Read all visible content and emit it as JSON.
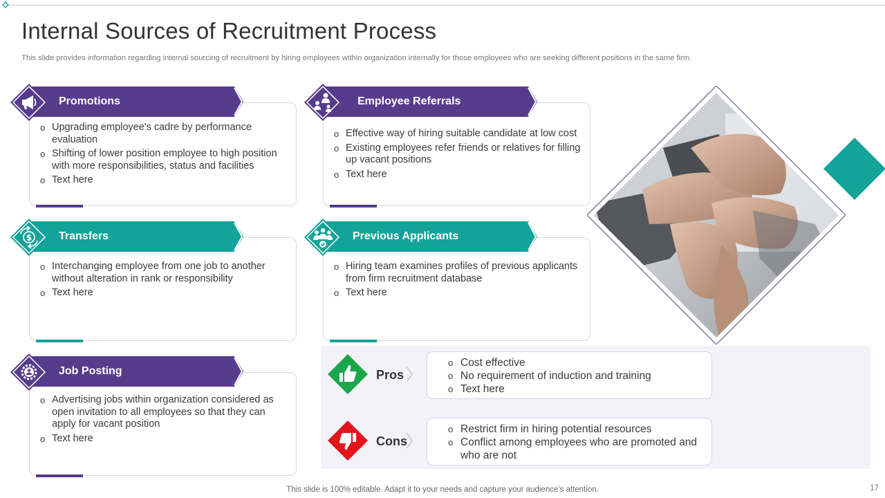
{
  "slide": {
    "title": "Internal Sources of Recruitment Process",
    "subtitle": "This slide provides information regarding internal sourcing of recruitment by hiring employees within organization internally for those employees who are seeking different positions in the same firm.",
    "footer": "This slide is 100% editable. Adapt it to your needs and capture your audience's attention.",
    "page_number": "17"
  },
  "colors": {
    "purple": "#573c8c",
    "teal": "#14a398",
    "pros_green": "#1aa64b",
    "cons_red": "#e3141c"
  },
  "cards": [
    {
      "title": "Promotions",
      "icon": "megaphone-icon",
      "theme": "purple",
      "bullets": [
        "Upgrading employee's cadre by performance evaluation",
        "Shifting of lower position employee to high position with more responsibilities, status and facilities",
        "Text here"
      ]
    },
    {
      "title": "Employee Referrals",
      "icon": "referral-people-icon",
      "theme": "purple",
      "bullets": [
        "Effective way of hiring suitable candidate at low cost",
        "Existing employees refer friends or relatives for filling up vacant positions",
        "Text here"
      ]
    },
    {
      "title": "Transfers",
      "icon": "dollar-transfer-icon",
      "theme": "teal",
      "bullets": [
        "Interchanging employee from one job to another without alteration in rank or responsibility",
        "Text here"
      ]
    },
    {
      "title": "Previous Applicants",
      "icon": "group-check-icon",
      "theme": "teal",
      "bullets": [
        "Hiring team examines profiles of previous applicants from firm recruitment database",
        "Text here"
      ]
    },
    {
      "title": "Job Posting",
      "icon": "gear-person-icon",
      "theme": "purple",
      "bullets": [
        "Advertising jobs within organization considered as open invitation to all employees so that they can apply for vacant position",
        "Text here"
      ]
    }
  ],
  "pros": {
    "label": "Pros",
    "icon": "thumbs-up-icon",
    "items": [
      "Cost effective",
      "No requirement of induction and training",
      "Text here"
    ]
  },
  "cons": {
    "label": "Cons",
    "icon": "thumbs-down-icon",
    "items": [
      "Restrict firm in hiring potential resources",
      "Conflict among employees who are promoted and who are not"
    ]
  },
  "photo": {
    "icon": "teamwork-hands-photo"
  }
}
